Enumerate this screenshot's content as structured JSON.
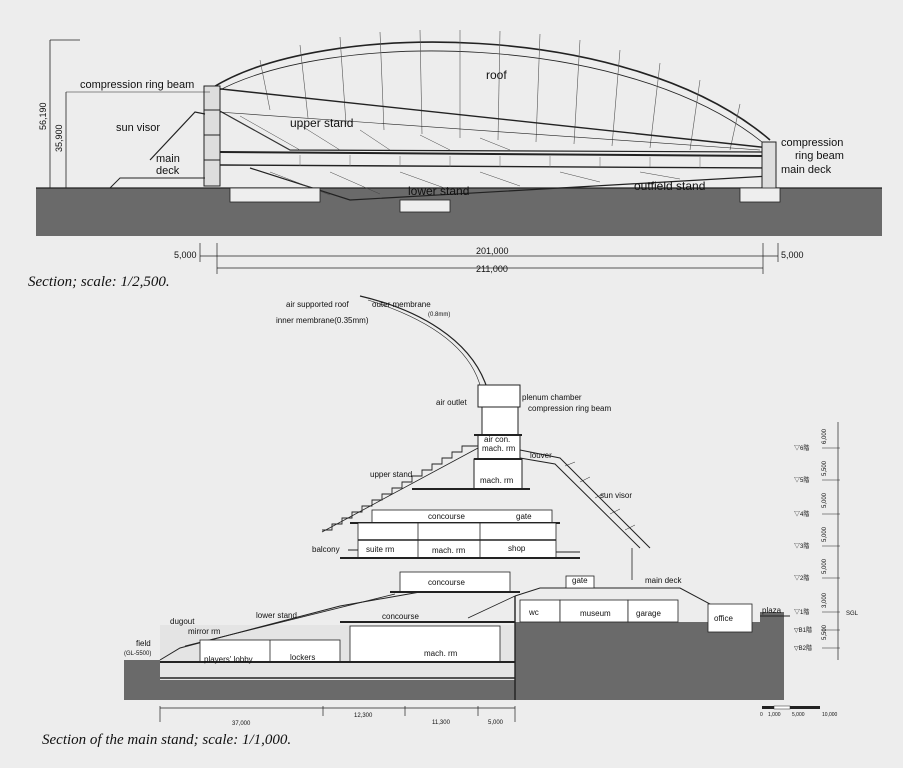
{
  "upper_section": {
    "labels": {
      "roof": "roof",
      "compression_ring_beam_left": "compression ring beam",
      "sun_visor": "sun visor",
      "main_deck_left": "main\ndeck",
      "upper_stand": "upper stand",
      "lower_stand": "lower stand",
      "outfield_stand": "outfield stand",
      "compression_ring_beam_right": "compression\nring beam",
      "main_deck_right": "main deck"
    },
    "dimensions": {
      "height_total": "56,190",
      "height_ring": "35,900",
      "left_width": "5,000",
      "span": "201,000",
      "right_width": "5,000",
      "overall": "211,000"
    },
    "caption": "Section; scale: 1/2,500."
  },
  "lower_section": {
    "labels": {
      "air_supported_roof": "air supported roof",
      "outer_membrane": "outer membrane",
      "outer_membrane_spec": "(0.8mm)",
      "inner_membrane": "inner membrane(0.35mm)",
      "plenum_chamber": "plenum chamber",
      "air_outlet": "air outlet",
      "compression_ring_beam": "compression ring beam",
      "air_con_mach_rm": "air con.\nmach. rm",
      "louver": "louver",
      "upper_stand": "upper stand",
      "mach_rm_top": "mach. rm",
      "sun_visor": "sun visor",
      "concourse_upper": "concourse",
      "gate_upper": "gate",
      "balcony": "balcony",
      "suite_rm": "suite rm",
      "mach_rm_mid": "mach. rm",
      "shop": "shop",
      "concourse_mid": "concourse",
      "gate_lower": "gate",
      "main_deck": "main deck",
      "dugout": "dugout",
      "lower_stand": "lower stand",
      "concourse_lower": "concourse",
      "wc": "wc",
      "museum": "museum",
      "garage": "garage",
      "plaza": "plaza",
      "office": "office",
      "mirror_rm": "mirror rm",
      "field": "field",
      "field_level": "(GL-5500)",
      "players_lobby": "players' lobby",
      "lockers": "lockers",
      "mach_rm_bottom": "mach. rm",
      "sgl": "SGL"
    },
    "levels": [
      "▽6階",
      "▽5階",
      "▽4階",
      "▽3階",
      "▽2階",
      "▽1階",
      "▽B1階",
      "▽B2階"
    ],
    "level_heights": [
      "6,000",
      "5,500",
      "5,000",
      "5,000",
      "5,000",
      "3,000",
      "5,500"
    ],
    "bottom_dimensions": [
      "37,000",
      "12,300",
      "11,300",
      "5,000"
    ],
    "scale_bar": [
      "0",
      "1,000",
      "5,000",
      "10,000"
    ],
    "caption": "Section of the main stand; scale: 1/1,000."
  }
}
